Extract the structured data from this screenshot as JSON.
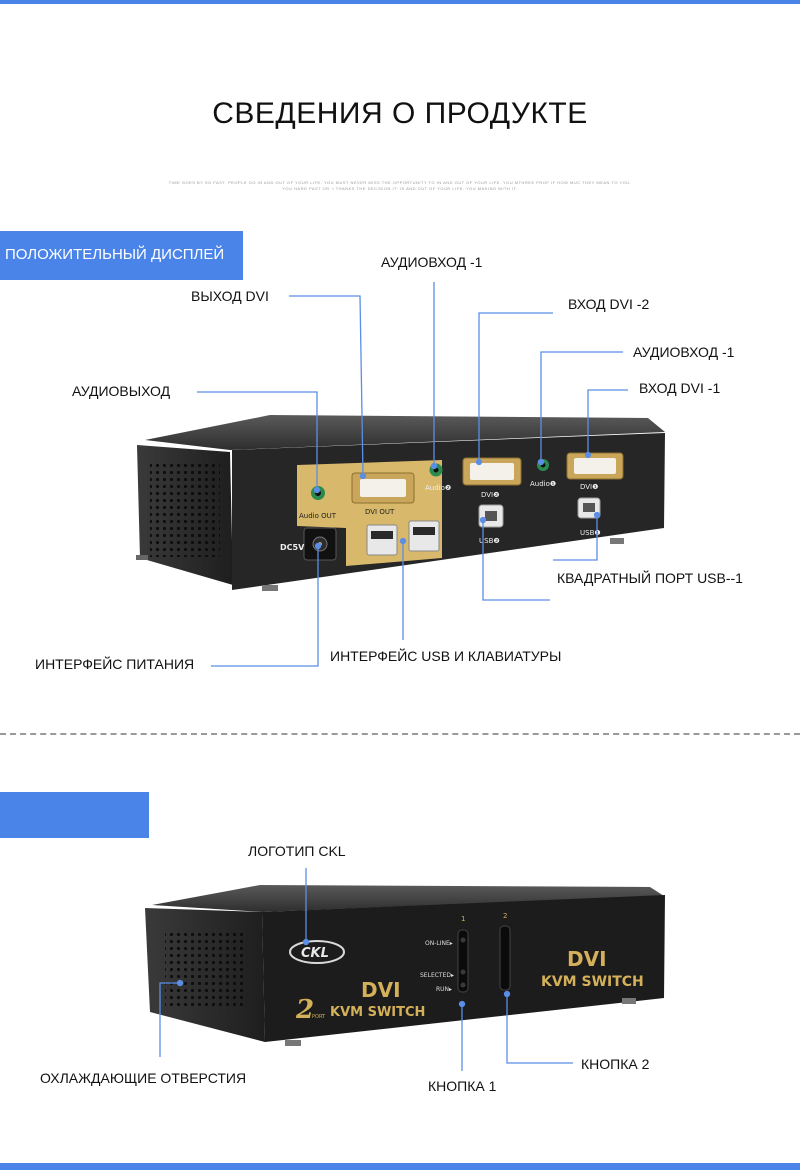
{
  "page": {
    "title": "СВЕДЕНИЯ О ПРОДУКТЕ",
    "tagline": [
      "TIME GOES BY SO FAST, PEOPLE GO IN AND OUT OF YOUR LIFE. YOU MUST NEVER MISS THE OPPORTUNITY TO IN AND OUT OF YOUR LIFE. YOU MTHREE PROF IF HOW MUC THEY MEAN TO YOU.",
      "YOU HARD PAST OR 'I THANKS THE DECISION IT' IS AND OUT OF YOUR LIFE. YOU MAKING WITH IT."
    ],
    "colors": {
      "accent": "#4a84e8",
      "leader": "#5b8ee6",
      "text": "#111111"
    }
  },
  "rear_view": {
    "tab_label": "ПОЛОЖИТЕЛЬНЫЙ ДИСПЛЕЙ",
    "callouts": {
      "dvi_out": "ВЫХОД DVI",
      "audio_in_1_top": "АУДИОВХОД -1",
      "dvi_in_2": "ВХОД DVI -2",
      "audio_in_1_right": "АУДИОВХОД -1",
      "dvi_in_1": "ВХОД DVI -1",
      "audio_out": "АУДИОВЫХОД",
      "usb_square_port": "КВАДРАТНЫЙ ПОРТ USB--1",
      "power_interface": "ИНТЕРФЕЙС ПИТАНИЯ",
      "usb_keyboard_interface": "ИНТЕРФЕЙС USB И КЛАВИАТУРЫ"
    },
    "device_print": {
      "audio_out": "Audio OUT",
      "dvi_out": "DVI OUT",
      "audio2": "Audio❷",
      "dvi2": "DVI❷",
      "audio1": "Audio❶",
      "dvi1": "DVI❶",
      "usb2": "USB❷",
      "usb1": "USB❶",
      "dc5v": "DC5V"
    }
  },
  "front_view": {
    "tab_label": "",
    "callouts": {
      "ckl_logo": "ЛОГОТИП CKL",
      "cooling_holes": "ОХЛАЖДАЮЩИЕ ОТВЕРСТИЯ",
      "button_1": "КНОПКА  1",
      "button_2": "КНОПКА  2"
    },
    "device_print": {
      "logo": "CKL",
      "dvi_left": "DVI",
      "port_count": "2",
      "port_word": "PORT",
      "kvm_left": "KVM SWITCH",
      "online": "ON-LINE▸",
      "selected": "SELECTED▸",
      "run": "RUN▸",
      "led1": "1",
      "led2": "2",
      "dvi_right": "DVI",
      "kvm_right": "KVM SWITCH"
    }
  }
}
